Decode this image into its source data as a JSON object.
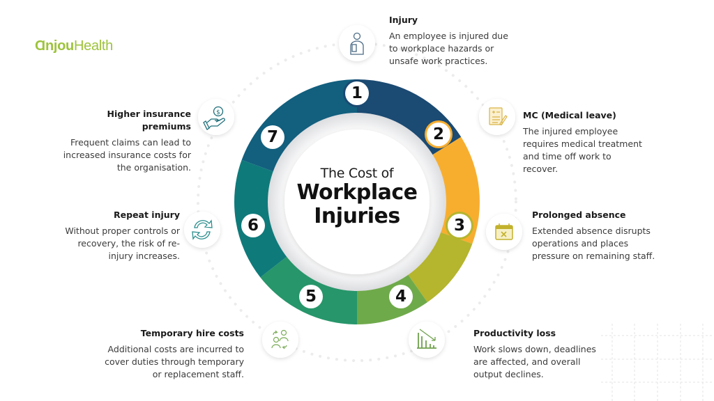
{
  "brand": {
    "logo_bold": "Ɑnjou",
    "logo_light": "Health",
    "color": "#9dc33b"
  },
  "center": {
    "line1": "The Cost of",
    "line2": "Workplace",
    "line3": "Injuries"
  },
  "steps": [
    {
      "number": "1",
      "title": "Injury",
      "description": "An employee is injured due to workplace hazards or unsafe work practices.",
      "icon": "person-injured-icon",
      "color": "#1b4a72"
    },
    {
      "number": "2",
      "title": "MC (Medical leave)",
      "description": "The injured employee requires medical treatment and time off work to recover.",
      "icon": "medical-form-icon",
      "color": "#f7ae2f"
    },
    {
      "number": "3",
      "title": "Prolonged absence",
      "description": "Extended absence disrupts operations and places pressure on remaining staff.",
      "icon": "calendar-x-icon",
      "color": "#b5b52e"
    },
    {
      "number": "4",
      "title": "Productivity loss",
      "description": "Work slows down, deadlines are affected, and overall output declines.",
      "icon": "declining-chart-icon",
      "color": "#6faa4a"
    },
    {
      "number": "5",
      "title": "Temporary hire costs",
      "description": "Additional costs are incurred to cover duties through temporary or replacement staff.",
      "icon": "staff-swap-icon",
      "color": "#27966a"
    },
    {
      "number": "6",
      "title": "Repeat injury",
      "description": "Without proper controls or recovery, the risk of re-injury increases.",
      "icon": "cycle-arrows-icon",
      "color": "#0f7a7a"
    },
    {
      "number": "7",
      "title": "Higher insurance premiums",
      "description": "Frequent claims can lead to increased insurance costs for the organisation.",
      "icon": "hand-coin-icon",
      "color": "#125f7e"
    }
  ]
}
